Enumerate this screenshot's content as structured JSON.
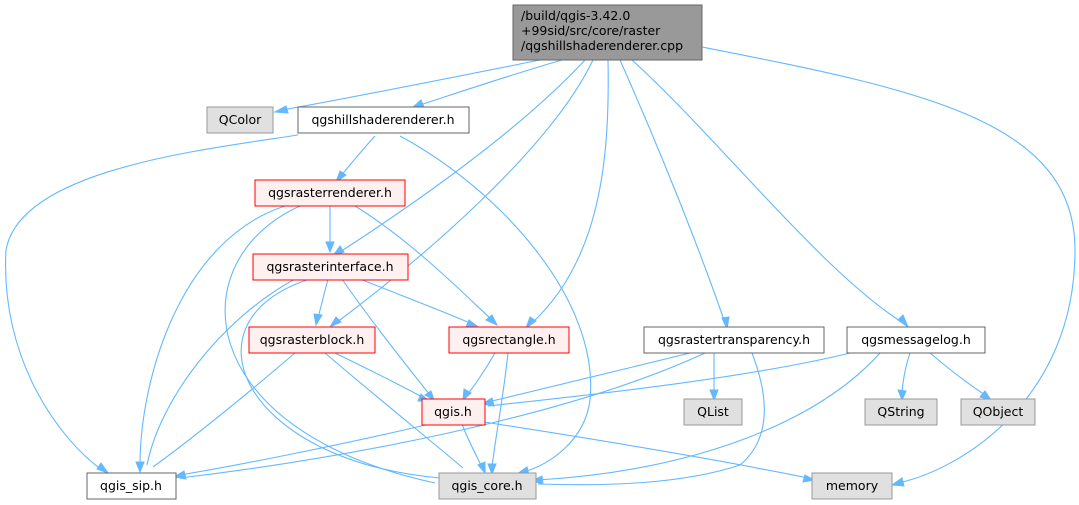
{
  "diagram": {
    "root": {
      "lines": [
        "/build/qgis-3.42.0",
        "+99sid/src/core/raster",
        "/qgshillshaderenderer.cpp"
      ]
    },
    "nodes": {
      "qcolor": "QColor",
      "qgshillshaderenderer_h": "qgshillshaderenderer.h",
      "qgsrasterrenderer_h": "qgsrasterrenderer.h",
      "qgsrasterinterface_h": "qgsrasterinterface.h",
      "qgsrasterblock_h": "qgsrasterblock.h",
      "qgsrectangle_h": "qgsrectangle.h",
      "qgsrastertransparency_h": "qgsrastertransparency.h",
      "qgsmessagelog_h": "qgsmessagelog.h",
      "qgis_h": "qgis.h",
      "qlist": "QList",
      "qstring": "QString",
      "qobject": "QObject",
      "qgis_sip_h": "qgis_sip.h",
      "qgis_core_h": "qgis_core.h",
      "memory": "memory"
    },
    "colors": {
      "root_fill": "#999999",
      "root_border": "#666666",
      "system_fill": "#e0e0e0",
      "system_border": "#999999",
      "file_fill": "#ffffff",
      "file_border": "#666666",
      "incomplete_fill": "#fff0f0",
      "incomplete_border": "#ff0000",
      "edge": "#63b8ff"
    }
  }
}
